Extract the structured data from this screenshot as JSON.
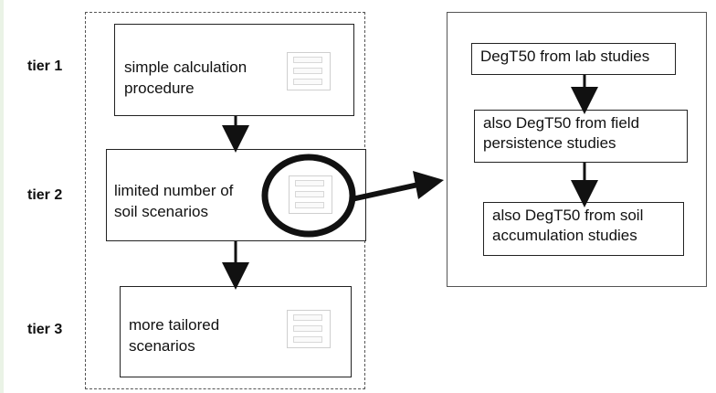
{
  "tiers": [
    "tier 1",
    "tier 2",
    "tier 3"
  ],
  "tier_boxes": [
    {
      "line1": "simple calculation",
      "line2": "procedure"
    },
    {
      "line1": "limited number of",
      "line2": "soil scenarios"
    },
    {
      "line1": "more tailored",
      "line2": "scenarios"
    }
  ],
  "detail_steps": [
    {
      "line1": "DegT50 from lab studies",
      "line2": ""
    },
    {
      "line1": "also DegT50 from field",
      "line2": "persistence studies"
    },
    {
      "line1": "also DegT50 from soil",
      "line2": "accumulation studies"
    }
  ],
  "colors": {
    "line": "#111111",
    "dashed_border": "#555555",
    "thumbnail_border": "#cfcfcf"
  }
}
